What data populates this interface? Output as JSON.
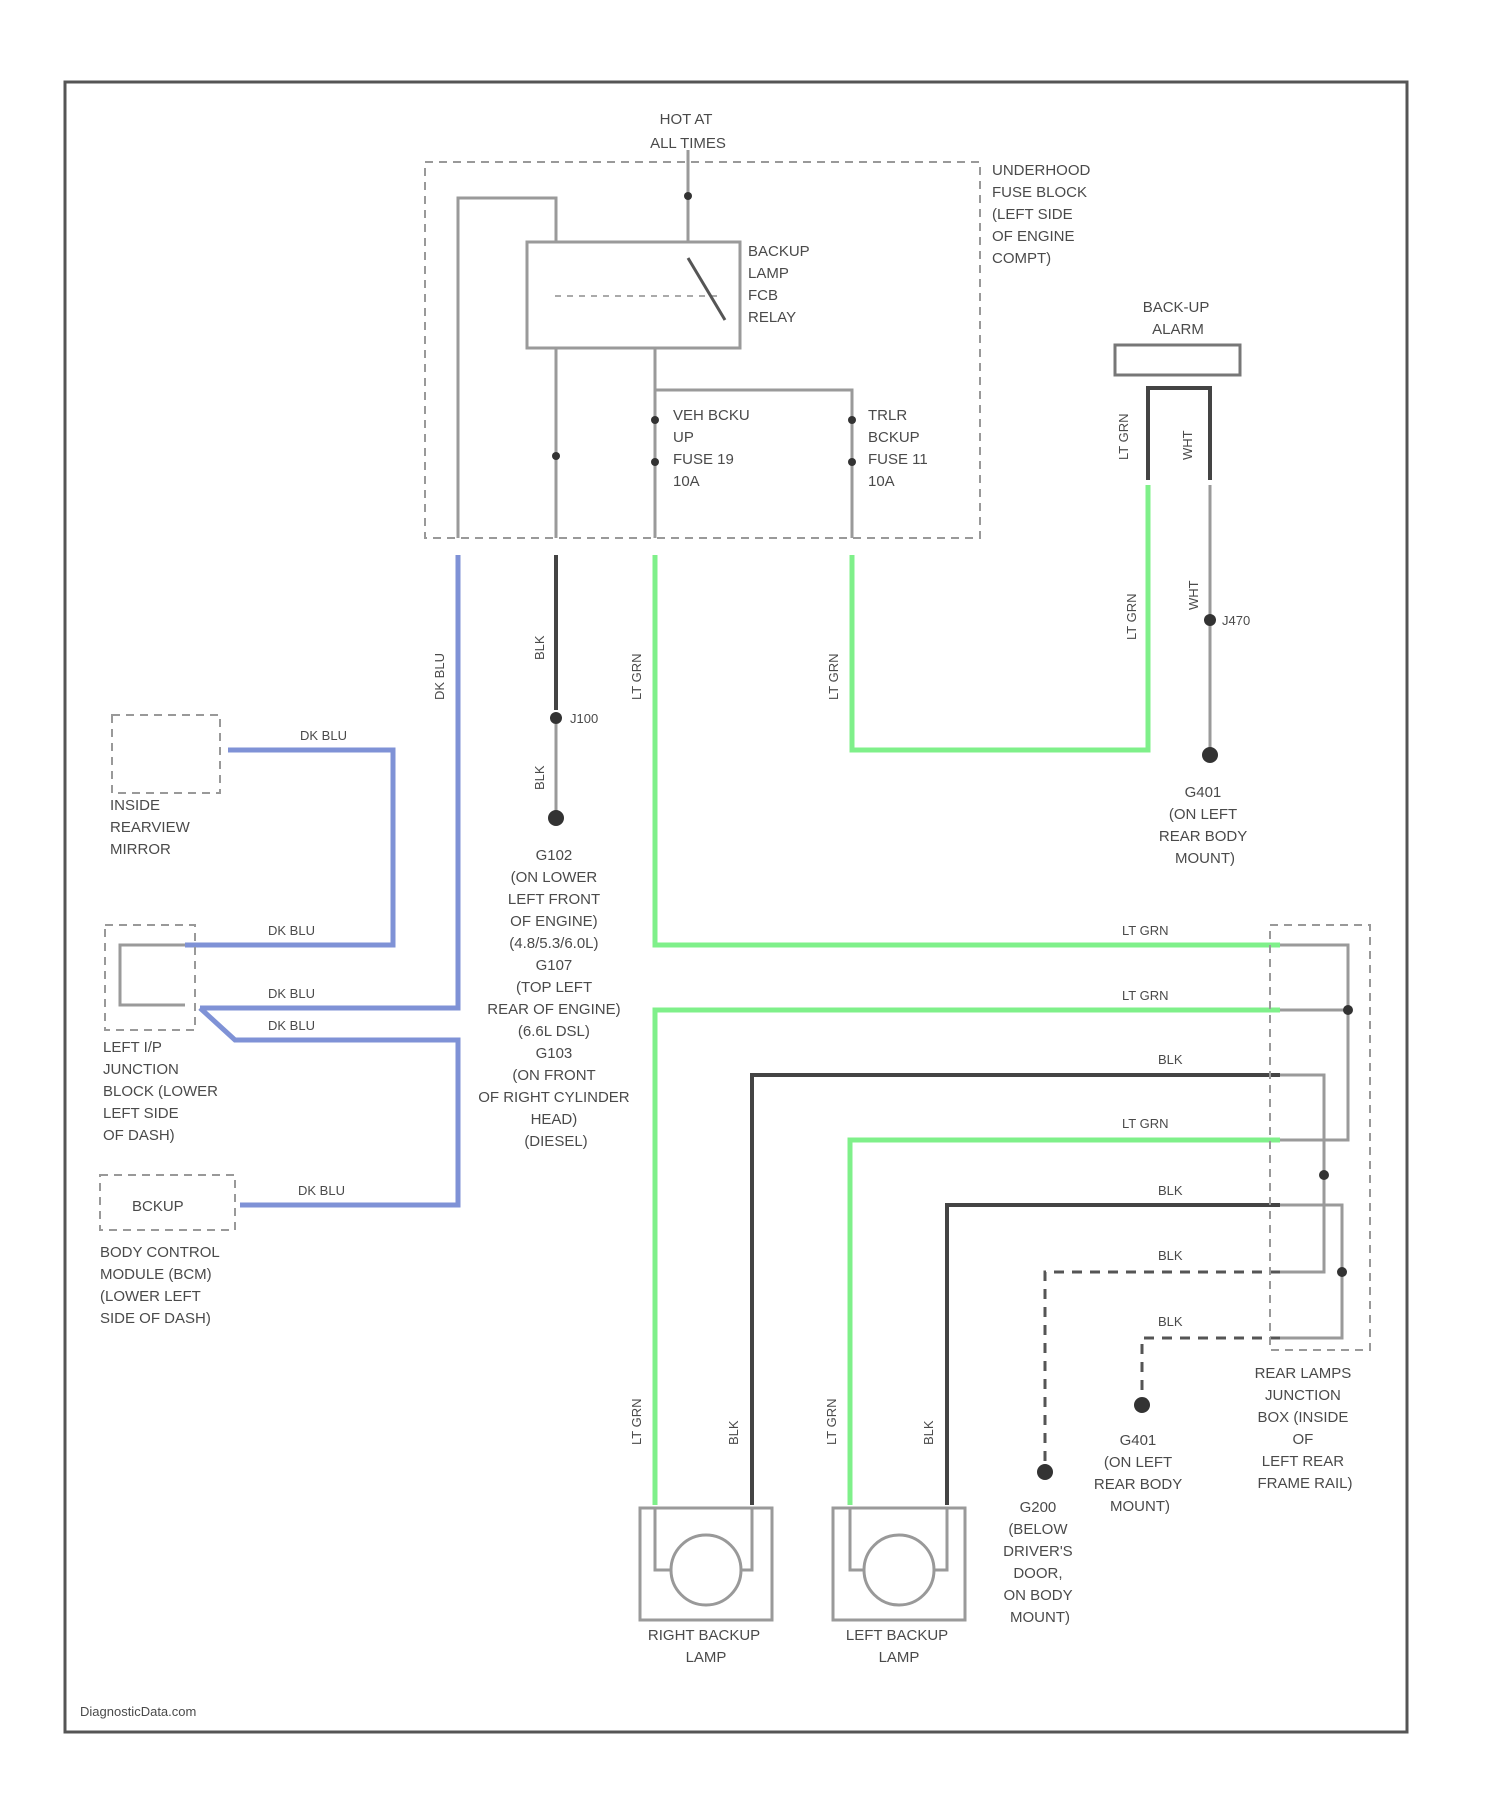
{
  "hot_label": [
    "HOT AT",
    "ALL TIMES"
  ],
  "fuse_block_label": [
    "UNDERHOOD",
    "FUSE BLOCK",
    "(LEFT SIDE",
    "OF ENGINE",
    "COMPT)"
  ],
  "relay_label": [
    "BACKUP",
    "LAMP",
    "FCB",
    "RELAY"
  ],
  "fuse1_label": [
    "VEH BCKU",
    "UP",
    "FUSE 19",
    "10A"
  ],
  "fuse2_label": [
    "TRLR",
    "BCKUP",
    "FUSE 11",
    "10A"
  ],
  "alarm_label": [
    "BACK-UP",
    "ALARM"
  ],
  "alarm_wire1": "LT GRN",
  "alarm_wire2": "WHT",
  "splice_j470": "J470",
  "splice_j100": "J100",
  "wire_labels": {
    "dk_blu": "DK BLU",
    "blk": "BLK",
    "lt_grn": "LT GRN"
  },
  "mirror_label": [
    "INSIDE",
    "REARVIEW",
    "MIRROR"
  ],
  "ip_block_label": [
    "LEFT I/P",
    "JUNCTION",
    "BLOCK (LOWER",
    "LEFT SIDE",
    "OF DASH)"
  ],
  "bcm_label": [
    "BODY CONTROL",
    "MODULE (BCM)",
    "(LOWER LEFT",
    "SIDE OF DASH)"
  ],
  "bcm_box_text": "BCKUP",
  "g102_label": [
    "G102",
    "(ON LOWER",
    "LEFT FRONT",
    "OF ENGINE)",
    "(4.8/5.3/6.0L)",
    "G107",
    "(TOP LEFT",
    "REAR OF ENGINE)",
    "(6.6L DSL)",
    "G103",
    "(ON FRONT",
    "OF RIGHT CYLINDER",
    "HEAD)",
    "(DIESEL)"
  ],
  "g401_top_label": [
    "G401",
    "(ON LEFT",
    "REAR BODY",
    "MOUNT)"
  ],
  "g401_bottom_label": [
    "G401",
    "(ON LEFT",
    "REAR BODY",
    "MOUNT)"
  ],
  "g200_label": [
    "G200",
    "(BELOW",
    "DRIVER'S",
    "DOOR,",
    "ON BODY",
    "MOUNT)"
  ],
  "rear_box_label": [
    "REAR LAMPS",
    "JUNCTION",
    "BOX (INSIDE",
    "OF",
    "LEFT REAR",
    "FRAME RAIL)"
  ],
  "right_lamp_label": [
    "RIGHT BACKUP",
    "LAMP"
  ],
  "left_lamp_label": [
    "LEFT BACKUP",
    "LAMP"
  ],
  "watermark": "DiagnosticData.com"
}
